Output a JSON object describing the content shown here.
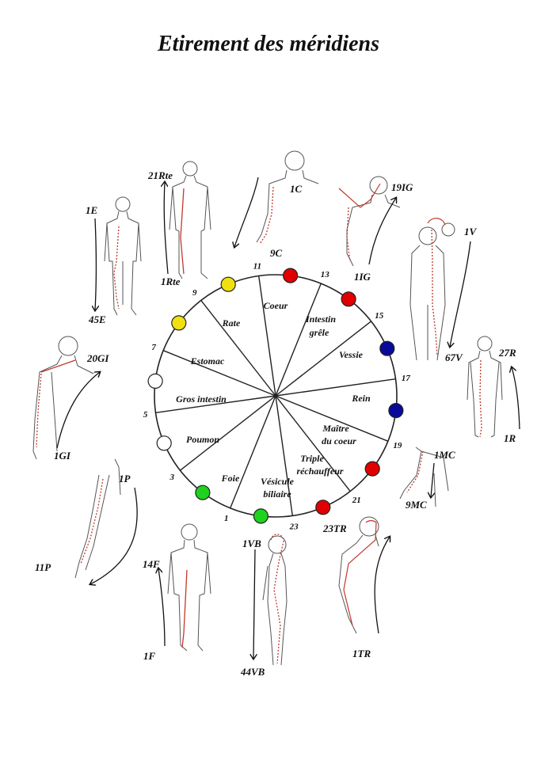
{
  "title": "Etirement des méridiens",
  "wheel": {
    "sectors": [
      {
        "label": "Coeur",
        "color": "#e00000"
      },
      {
        "label": "Intestin grêle",
        "color": "#e00000"
      },
      {
        "label": "Vessie",
        "color": "#0a0a9a"
      },
      {
        "label": "Rein",
        "color": "#0a0a9a"
      },
      {
        "label": "Maître du coeur",
        "color": "#e00000"
      },
      {
        "label": "Triple réchauffeur",
        "color": "#e00000"
      },
      {
        "label": "Vésicule biliaire",
        "color": "#1ed21e"
      },
      {
        "label": "Foie",
        "color": "#1ed21e"
      },
      {
        "label": "Poumon",
        "color": "#ffffff"
      },
      {
        "label": "Gros intestin",
        "color": "#ffffff"
      },
      {
        "label": "Estomac",
        "color": "#f0e010"
      },
      {
        "label": "Rate",
        "color": "#f0e010"
      }
    ],
    "hours": [
      "11",
      "13",
      "15",
      "17",
      "19",
      "21",
      "23",
      "1",
      "3",
      "5",
      "7",
      "9"
    ],
    "label_lines": {
      "intestin_1": "Intestin",
      "intestin_2": "grêle",
      "maitre_1": "Maître",
      "maitre_2": "du coeur",
      "triple_1": "Triple",
      "triple_2": "réchauffeur",
      "vesicule_1": "Vésicule",
      "vesicule_2": "biliaire"
    }
  },
  "figures": [
    {
      "id": "E",
      "start": "1E",
      "end": "45E"
    },
    {
      "id": "Rte",
      "start": "1Rte",
      "end": "21Rte"
    },
    {
      "id": "C",
      "start": "1C",
      "end": "9C"
    },
    {
      "id": "IG",
      "start": "1IG",
      "end": "19IG"
    },
    {
      "id": "V",
      "start": "1V",
      "end": "67V"
    },
    {
      "id": "R",
      "start": "1R",
      "end": "27R"
    },
    {
      "id": "MC",
      "start": "1MC",
      "end": "9MC"
    },
    {
      "id": "TR",
      "start": "1TR",
      "end": "23TR"
    },
    {
      "id": "VB",
      "start": "1VB",
      "end": "44VB"
    },
    {
      "id": "F",
      "start": "1F",
      "end": "14F"
    },
    {
      "id": "P",
      "start": "1P",
      "end": "11P"
    },
    {
      "id": "GI",
      "start": "1GI",
      "end": "20GI"
    }
  ],
  "colors": {
    "meridian_line": "#c0392b",
    "outline": "#555555",
    "arrow": "#111111"
  }
}
